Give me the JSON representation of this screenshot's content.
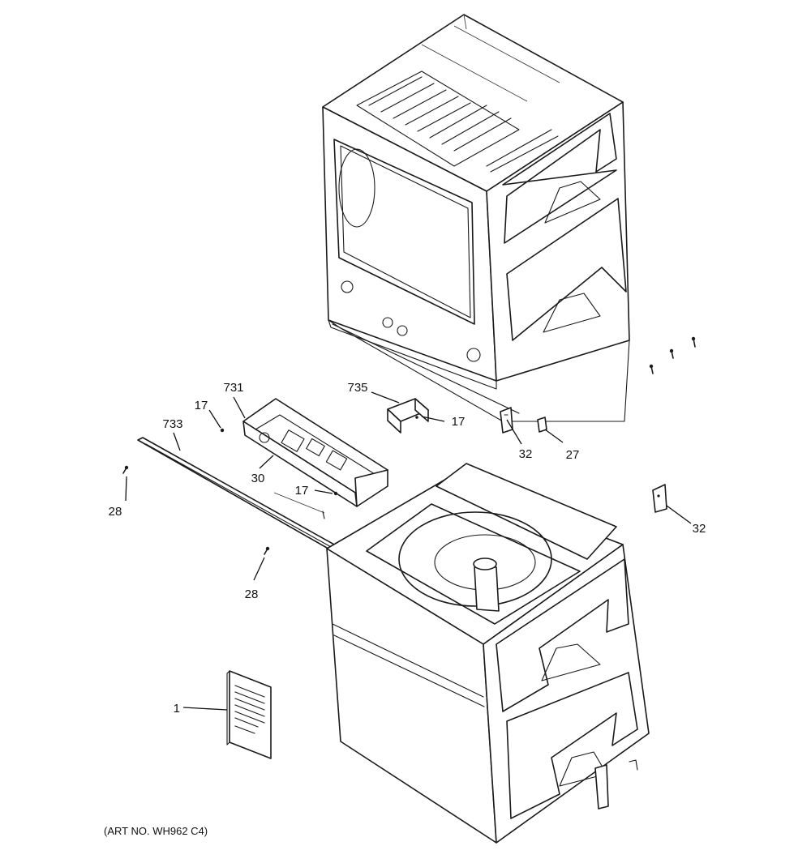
{
  "callouts": {
    "c1": "1",
    "c17a": "17",
    "c17b": "17",
    "c17c": "17",
    "c27": "27",
    "c28a": "28",
    "c28b": "28",
    "c30": "30",
    "c32a": "32",
    "c32b": "32",
    "c731": "731",
    "c733": "733",
    "c735": "735"
  },
  "art_number": "(ART NO. WH962 C4)"
}
